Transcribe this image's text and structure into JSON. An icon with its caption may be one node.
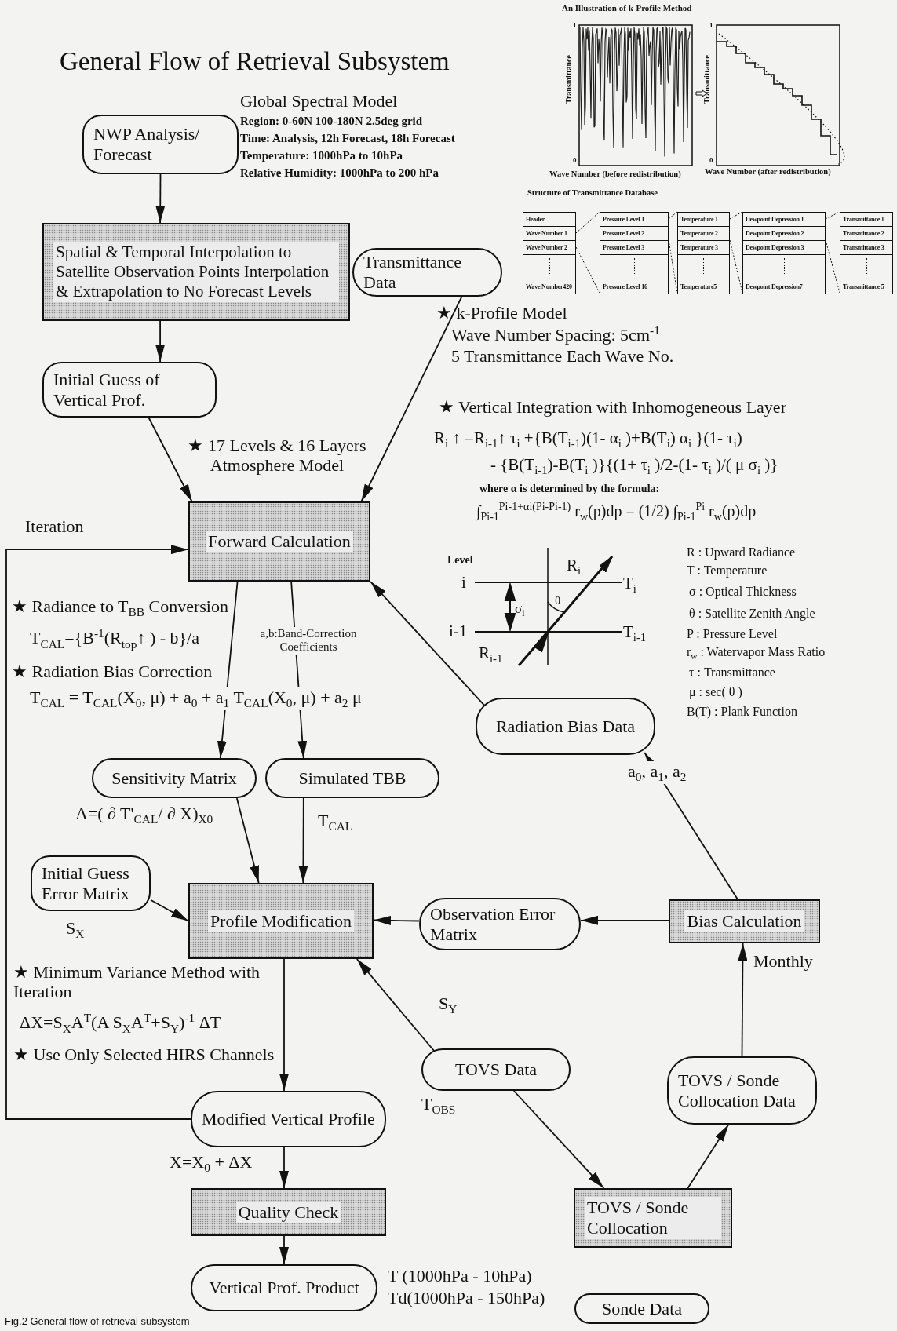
{
  "diagram": {
    "title": "General Flow of Retrieval Subsystem",
    "caption": "Fig.2 General flow of retrieval subsystem",
    "nodes": [
      {
        "text": [
          "NWP Analysis/ Forecast"
        ]
      },
      {
        "text": [
          "Spatial & Temporal Interpolation to Satellite Observation Points Interpolation & Extrapolation to No Forecast Levels"
        ]
      },
      {
        "text": [
          "Transmittance Data"
        ]
      },
      {
        "text": [
          "Initial Guess of Vertical Prof."
        ]
      },
      {
        "text": [
          "Forward Calculation"
        ]
      },
      {
        "text": [
          "Sensitivity Matrix"
        ]
      },
      {
        "text": [
          "Simulated TBB"
        ]
      },
      {
        "text": [
          "Initial Guess Error Matrix"
        ]
      },
      {
        "text": [
          "Profile Modification"
        ]
      },
      {
        "text": [
          "Radiation Bias Data"
        ]
      },
      {
        "text": [
          "Observation Error Matrix"
        ]
      },
      {
        "text": [
          "Bias Calculation"
        ]
      },
      {
        "text": [
          "TOVS Data"
        ]
      },
      {
        "text": [
          "TOVS / Sonde Collocation Data"
        ]
      },
      {
        "text": [
          "Modified Vertical Profile"
        ]
      },
      {
        "text": [
          "Quality Check"
        ]
      },
      {
        "text": [
          "Vertical Prof. Product"
        ],
        "beside": [
          "T (1000hPa - 10hPa)",
          "Td(1000hPa - 150hPa)"
        ]
      },
      {
        "text": [
          "TOVS / Sonde Collocation"
        ]
      },
      {
        "text": [
          "Sonde Data"
        ]
      }
    ],
    "edges": [
      {
        "from": 0,
        "to": 1,
        "arrow": "to"
      },
      {
        "from": 1,
        "to": 3,
        "arrow": "to"
      },
      {
        "from": 3,
        "to": 4,
        "arrow": "to"
      },
      {
        "from": 2,
        "to": 4,
        "arrow": "to"
      },
      {
        "from": 9,
        "to": 4,
        "arrow": "to"
      },
      {
        "from": 14,
        "to": 4,
        "arrow": "to",
        "label": "Iteration"
      },
      {
        "from": 4,
        "to": 5,
        "arrow": "to"
      },
      {
        "from": 4,
        "to": 6,
        "arrow": "to",
        "label": "a,b:Band-Correction Coefficients"
      },
      {
        "from": 5,
        "to": 8,
        "arrow": "to",
        "label": "A=( ∂ T'$_{CAL}$/ ∂ X)$_{X0}$"
      },
      {
        "from": 6,
        "to": 8,
        "arrow": "to",
        "label": "T$_{CAL}$"
      },
      {
        "from": 7,
        "to": 8,
        "arrow": "to",
        "label": "S$_{X}$"
      },
      {
        "from": 10,
        "to": 8,
        "arrow": "to"
      },
      {
        "from": 11,
        "to": 10,
        "arrow": "to"
      },
      {
        "from": 11,
        "to": 9,
        "arrow": "to",
        "label": "a$_{0}$, a$_{1}$, a$_{2}$"
      },
      {
        "from": 12,
        "to": 8,
        "arrow": "to",
        "label": "S$_{Y}$"
      },
      {
        "from": 12,
        "to": 17,
        "arrow": "to",
        "label": "T$_{OBS}$"
      },
      {
        "from": 17,
        "to": 13,
        "arrow": "to"
      },
      {
        "from": 13,
        "to": 11,
        "arrow": "to",
        "label": "Monthly"
      },
      {
        "from": 8,
        "to": 14,
        "arrow": "to"
      },
      {
        "from": 14,
        "to": 15,
        "arrow": "to",
        "label": "X=X$_{0}$ + ΔX"
      },
      {
        "from": 15,
        "to": 16,
        "arrow": "to"
      }
    ],
    "labels": [
      "An Illustration of k-Profile Method",
      "Transmittance",
      "1",
      "0",
      "Transmittance",
      "1",
      "0",
      "Wave Number (before redistribution)",
      "Wave Number (after redistribution)",
      "Structure of Transmittance Database",
      "Header",
      "Wave Number 1",
      "Wave Number 2",
      "Wave Number420",
      "Pressure Level 1",
      "Pressure Level 2",
      "Pressure Level 3",
      "Pressure Level 16",
      "Temperature 1",
      "Temperature 2",
      "Temperature 3",
      "Temperature5",
      "Dewpoint Depression 1",
      "Dewpoint Depression 2",
      "Dewpoint Depression 3",
      "Dewpoint Depression7",
      "Transmittance 1",
      "Transmittance 2",
      "Transmittance 3",
      "Transmittance 5",
      "Global Spectral Model",
      "Region: 0-60N 100-180N 2.5deg grid",
      "Time: Analysis, 12h Forecast, 18h Forecast",
      "Temperature: 1000hPa to 10hPa",
      "Relative Humidity: 1000hPa to 200 hPa",
      "★ k-Profile Model",
      "Wave Number Spacing: 5cm$^{-1}$",
      "5 Transmittance Each Wave No.",
      "★ 17 Levels & 16 Layers Atmosphere Model",
      "★ Vertical Integration with Inhomogeneous Layer",
      "R$_{i}$ ↑ =R$_{i-1}$↑ τ$_{i}$ +{B(T$_{i-1}$)(1- α$_{i}$ )+B(T$_{i}$) α$_{i}$ }(1- τ$_{i}$)",
      "- {B(T$_{i-1}$)-B(T$_{i}$ )}{(1+ τ$_{i}$ )/2-(1- τ$_{i}$ )/( μ σ$_{i}$ )}",
      "where α is determined by the formula:",
      "∫$_{Pi-1}$$^{Pi-1+αi(Pi-Pi-1)}$ r$_{w}$(p)dp = (1/2) ∫$_{Pi-1}$$^{Pi}$ r$_{w}$(p)dp",
      "Level",
      "i",
      "i-1",
      "R$_{i}$",
      "T$_{i}$",
      "σ$_{i}$",
      "θ",
      "T$_{i-1}$",
      "R$_{i-1}$",
      "R : Upward Radiance",
      "T : Temperature",
      "σ : Optical Thickness",
      "θ : Satellite Zenith Angle",
      "P : Pressure Level",
      "r$_{w}$ : Watervapor Mass Ratio",
      "τ : Transmittance",
      "μ : sec( θ )",
      "B(T) : Plank Function",
      "★ Radiance to T$_{BB}$ Conversion",
      "T$_{CAL}$={B$^{-1}$(R$_{top}$↑ ) - b}/a",
      "★ Radiation Bias Correction",
      "T$_{CAL}$ = T$_{CAL}$(X$_{0}$, μ) + a$_{0}$ + a$_{1}$ T$_{CAL}$(X$_{0}$, μ) + a$_{2}$ μ",
      "★ Minimum Variance Method with Iteration",
      "ΔX=S$_{X}$A$^{T}$(A S$_{X}$A$^{T}$+S$_{Y}$)$^{-1}$ ΔT",
      "★ Use Only Selected HIRS Channels"
    ]
  }
}
